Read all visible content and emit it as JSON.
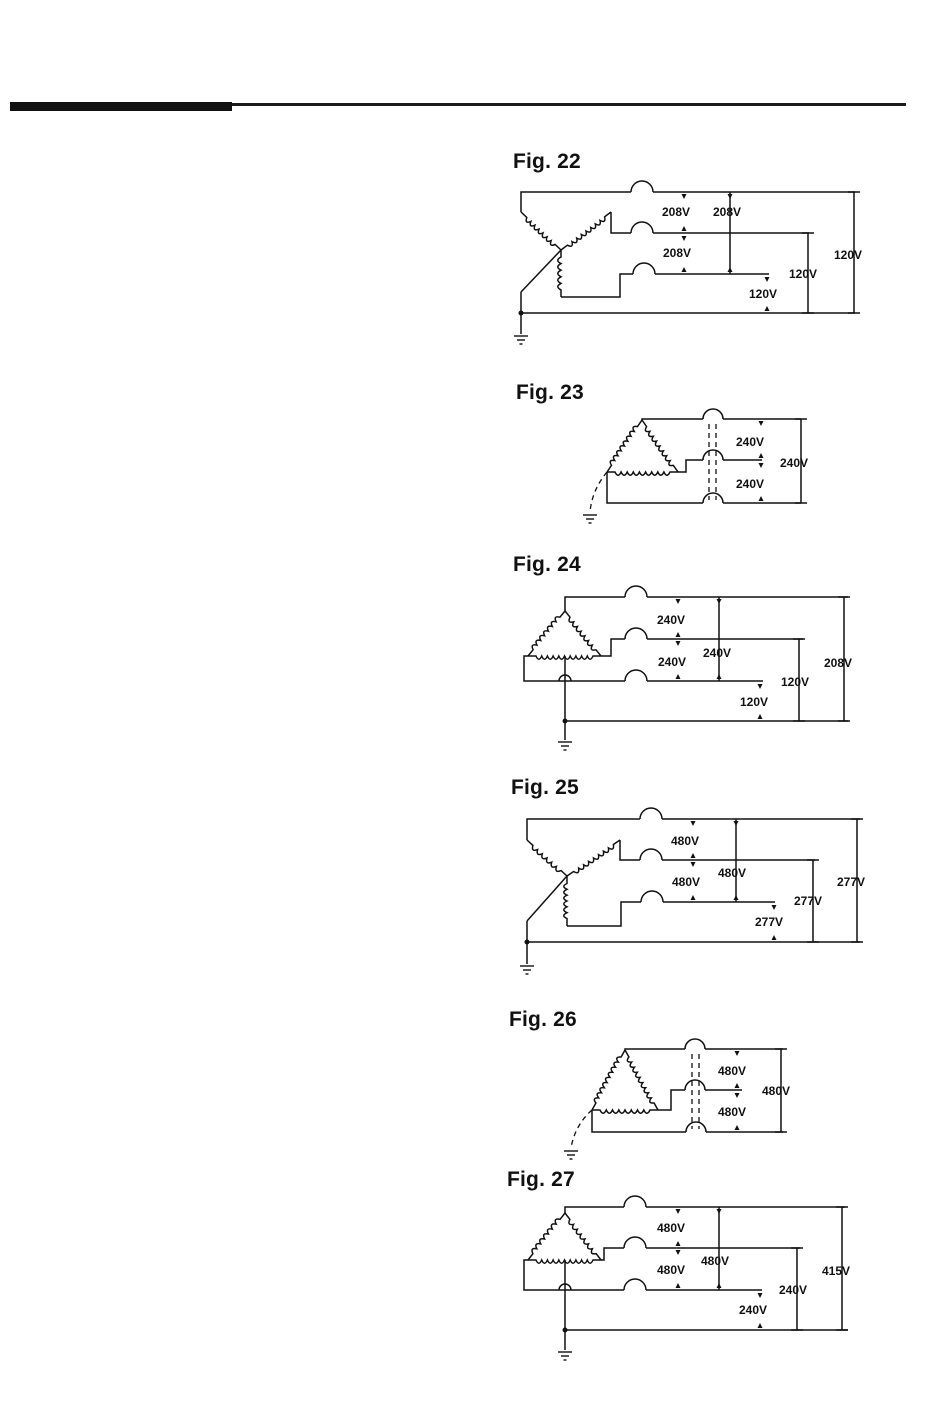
{
  "figures": [
    {
      "title": "Fig. 22",
      "labels": [
        "208V",
        "208V",
        "208V",
        "120V",
        "120V",
        "120V"
      ]
    },
    {
      "title": "Fig. 23",
      "labels": [
        "240V",
        "240V",
        "240V"
      ]
    },
    {
      "title": "Fig. 24",
      "labels": [
        "240V",
        "240V",
        "240V",
        "120V",
        "120V",
        "208V"
      ]
    },
    {
      "title": "Fig. 25",
      "labels": [
        "480V",
        "480V",
        "480V",
        "277V",
        "277V",
        "277V"
      ]
    },
    {
      "title": "Fig. 26",
      "labels": [
        "480V",
        "480V",
        "480V"
      ]
    },
    {
      "title": "Fig. 27",
      "labels": [
        "480V",
        "480V",
        "480V",
        "240V",
        "240V",
        "415V"
      ]
    }
  ]
}
